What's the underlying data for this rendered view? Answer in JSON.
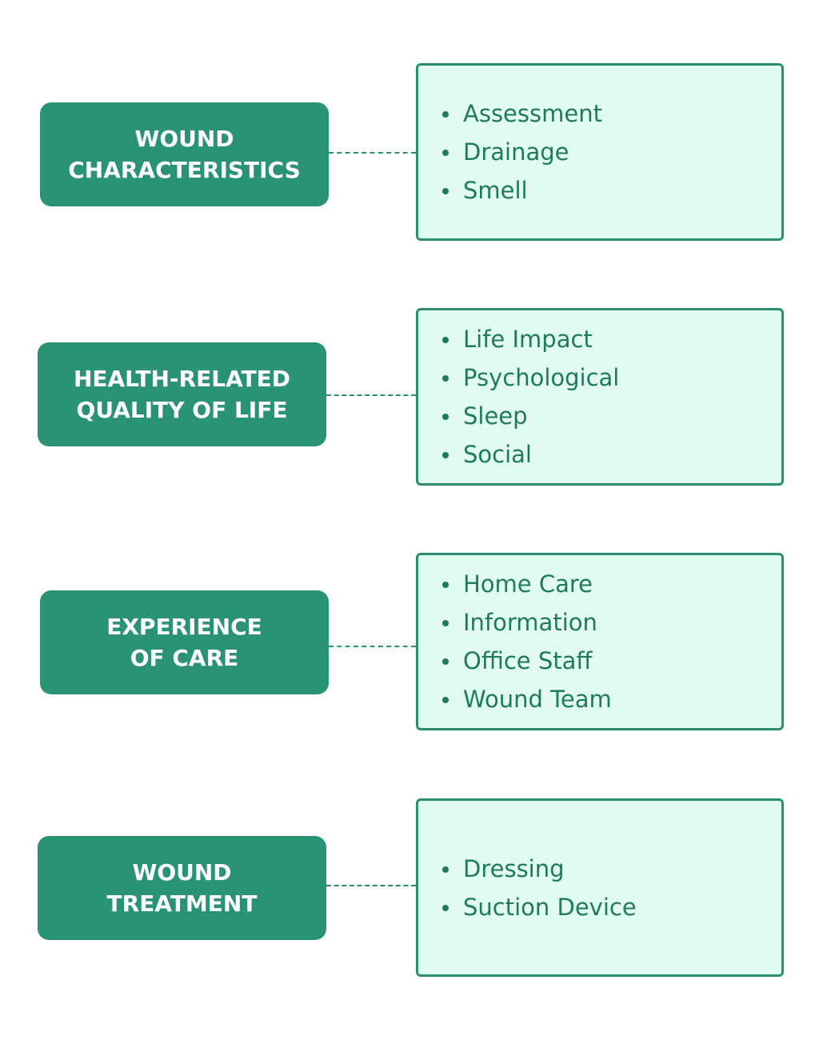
{
  "diagram": {
    "colors": {
      "category_fill": "#2a9373",
      "category_text": "#ffffff",
      "box_fill": "#e2fbf1",
      "box_border": "#2a8f6f",
      "item_text": "#1e7a5c"
    },
    "rows": [
      {
        "category": [
          "WOUND",
          "CHARACTERISTICS"
        ],
        "items": [
          "Assessment",
          "Drainage",
          "Smell"
        ]
      },
      {
        "category": [
          "HEALTH-RELATED",
          "QUALITY OF LIFE"
        ],
        "items": [
          "Life Impact",
          "Psychological",
          "Sleep",
          "Social"
        ]
      },
      {
        "category": [
          "EXPERIENCE",
          "OF CARE"
        ],
        "items": [
          "Home Care",
          "Information",
          "Office Staff",
          "Wound Team"
        ]
      },
      {
        "category": [
          "WOUND",
          "TREATMENT"
        ],
        "items": [
          "Dressing",
          "Suction Device"
        ]
      }
    ]
  }
}
